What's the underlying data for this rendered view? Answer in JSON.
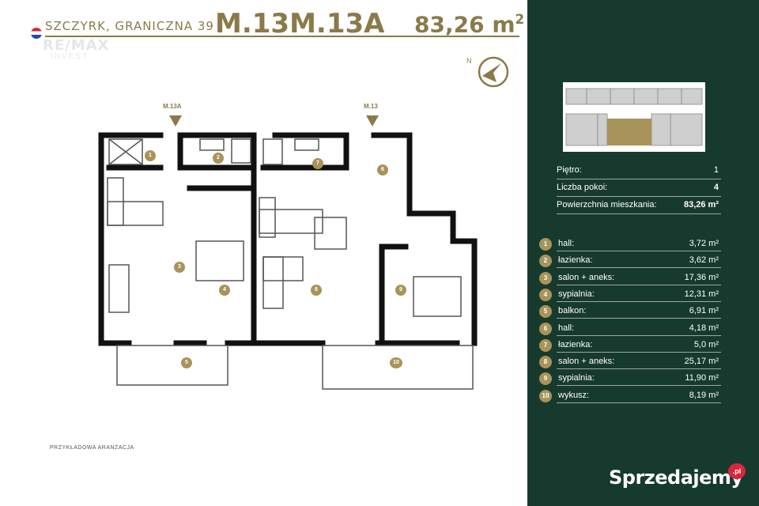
{
  "header": {
    "address": "SZCZYRK, GRANICZNA 39",
    "title": "M.13M.13A",
    "area_value": "83,26 m",
    "area_sup": "2"
  },
  "logo": {
    "brand": "RE/MAX",
    "sub": "INVEST"
  },
  "plan": {
    "entrances": [
      "M.13A",
      "M.13"
    ],
    "room_numbers": [
      "1",
      "2",
      "3",
      "4",
      "5",
      "6",
      "7",
      "8",
      "9",
      "10"
    ],
    "note": "PRZYKŁADOWA ARANŻACJA"
  },
  "summary": [
    {
      "label": "Piętro:",
      "value": "1"
    },
    {
      "label": "Liczba pokoi:",
      "value": "4"
    },
    {
      "label": "Powierzchnia mieszkania:",
      "value": "83,26 m²"
    }
  ],
  "rooms": [
    {
      "num": "1",
      "label": "hall:",
      "value": "3,72 m²"
    },
    {
      "num": "2",
      "label": "łazienka:",
      "value": "3,62 m²"
    },
    {
      "num": "3",
      "label": "salon + aneks:",
      "value": "17,36 m²"
    },
    {
      "num": "4",
      "label": "sypialnia:",
      "value": "12,31 m²"
    },
    {
      "num": "5",
      "label": "balkon:",
      "value": "6,91 m²"
    },
    {
      "num": "6",
      "label": "hall:",
      "value": "4,18 m²"
    },
    {
      "num": "7",
      "label": "łazienka:",
      "value": "5,0 m²"
    },
    {
      "num": "8",
      "label": "salon + aneks:",
      "value": "25,17 m²"
    },
    {
      "num": "9",
      "label": "sypialnia:",
      "value": "11,90 m²"
    },
    {
      "num": "10",
      "label": "wykusz:",
      "value": "8,19 m²"
    }
  ],
  "watermark": {
    "text": "Sprzedajemy",
    "badge": ".pl"
  },
  "colors": {
    "panel": "#173a2e",
    "gold": "#a8935a",
    "title_gold": "#8a7a4a",
    "wall": "#111111"
  },
  "icons": {
    "compass": "compass-north-icon",
    "logo": "balloon-logo-icon"
  }
}
